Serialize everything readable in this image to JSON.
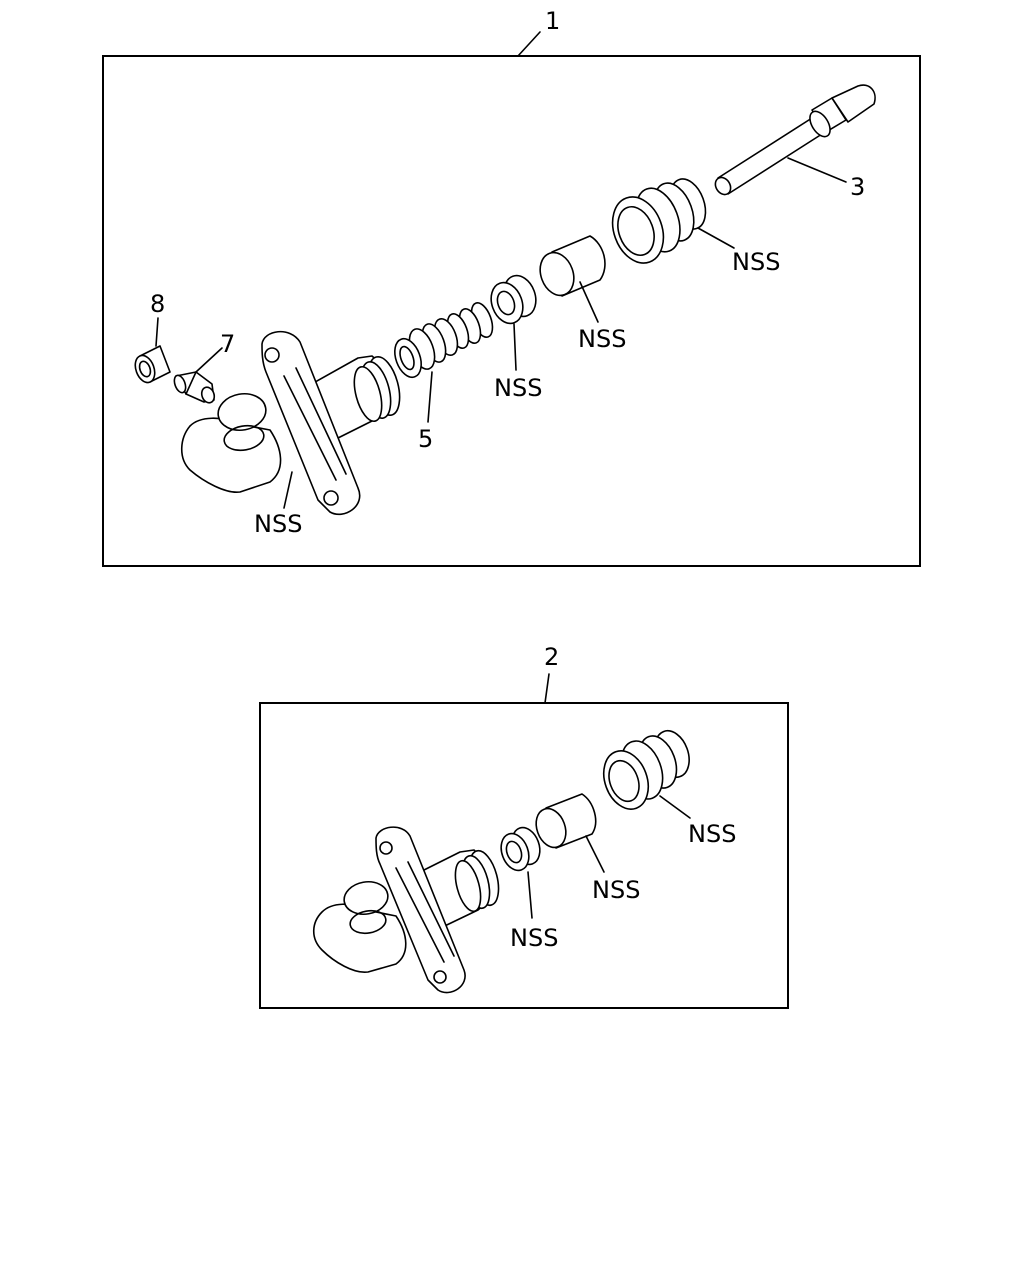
{
  "diagram": {
    "assembly_1": {
      "number": "1",
      "labels": {
        "pushrod": "3",
        "boot": "NSS",
        "piston": "NSS",
        "piston_cup": "NSS",
        "spring": "5",
        "body": "NSS",
        "bleeder_screw": "7",
        "bleeder_cap": "8"
      }
    },
    "assembly_2": {
      "number": "2",
      "labels": {
        "boot": "NSS",
        "piston": "NSS",
        "piston_cup": "NSS"
      }
    }
  }
}
